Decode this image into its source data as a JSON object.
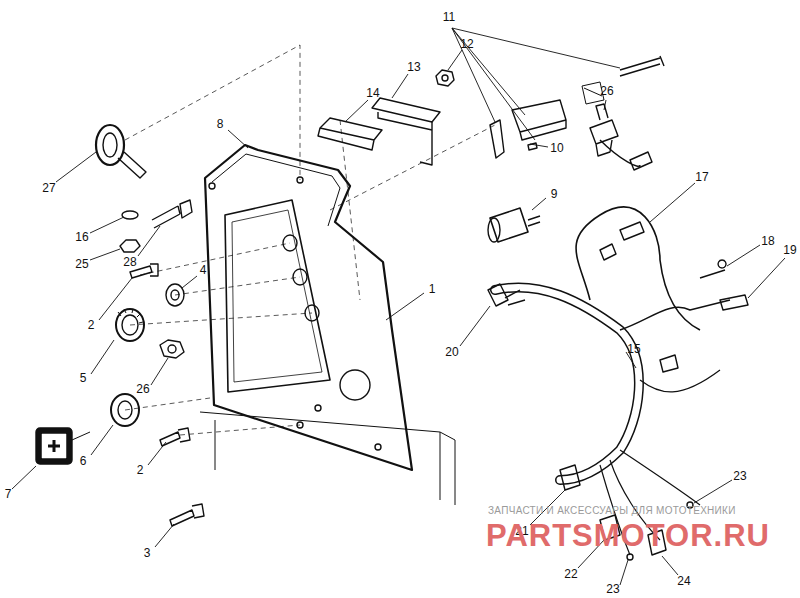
{
  "diagram": {
    "labels": [
      "11",
      "12",
      "13",
      "14",
      "26",
      "8",
      "10",
      "9",
      "17",
      "27",
      "16",
      "25",
      "28",
      "18",
      "19",
      "4",
      "1",
      "2",
      "20",
      "15",
      "5",
      "26",
      "6",
      "2",
      "23",
      "7",
      "3",
      "21",
      "22",
      "23",
      "24",
      "ЗАПЧАСТИ И АКСЕССУАРЫ ДЛЯ МОТОТЕХНИКИ",
      "PARTSMOTOR.RU"
    ]
  }
}
